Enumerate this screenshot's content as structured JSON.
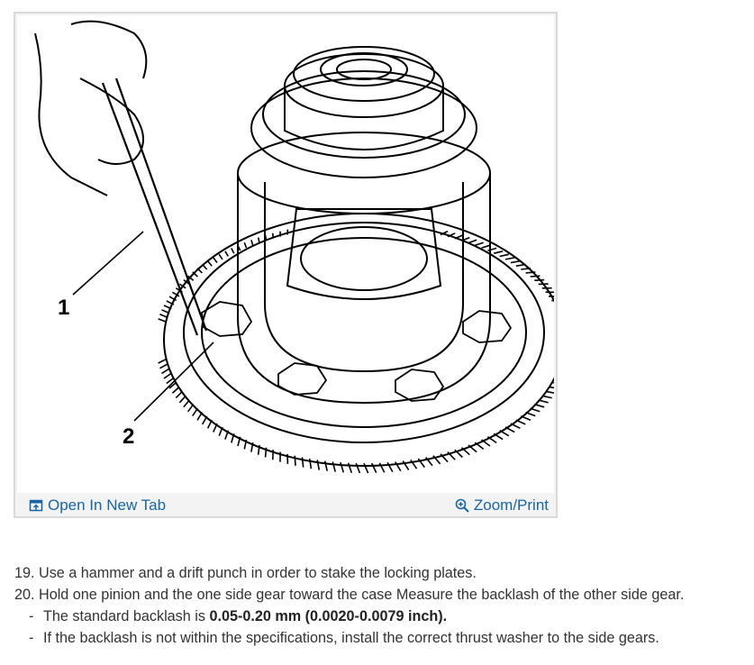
{
  "figure": {
    "callouts": [
      "1",
      "2"
    ],
    "open_tab_label": "Open In New Tab",
    "zoom_label": "Zoom/Print",
    "open_tab_icon": "open-in-new-tab-icon",
    "zoom_icon": "zoom-magnifier-icon",
    "link_color": "#1565a8"
  },
  "steps": [
    {
      "number": "19.",
      "text": "Use a hammer and a drift punch in order to stake the locking plates."
    },
    {
      "number": "20.",
      "text": "Hold one pinion and the one side gear toward the case Measure the backlash of the other side gear."
    }
  ],
  "subitems": [
    {
      "dash": "-",
      "prefix": "The standard backlash is ",
      "bold": "0.05-0.20 mm (0.0020-0.0079 inch).",
      "suffix": ""
    },
    {
      "dash": "-",
      "prefix": "If the backlash is not within the specifications, install the correct thrust washer to the side gears.",
      "bold": "",
      "suffix": ""
    }
  ]
}
